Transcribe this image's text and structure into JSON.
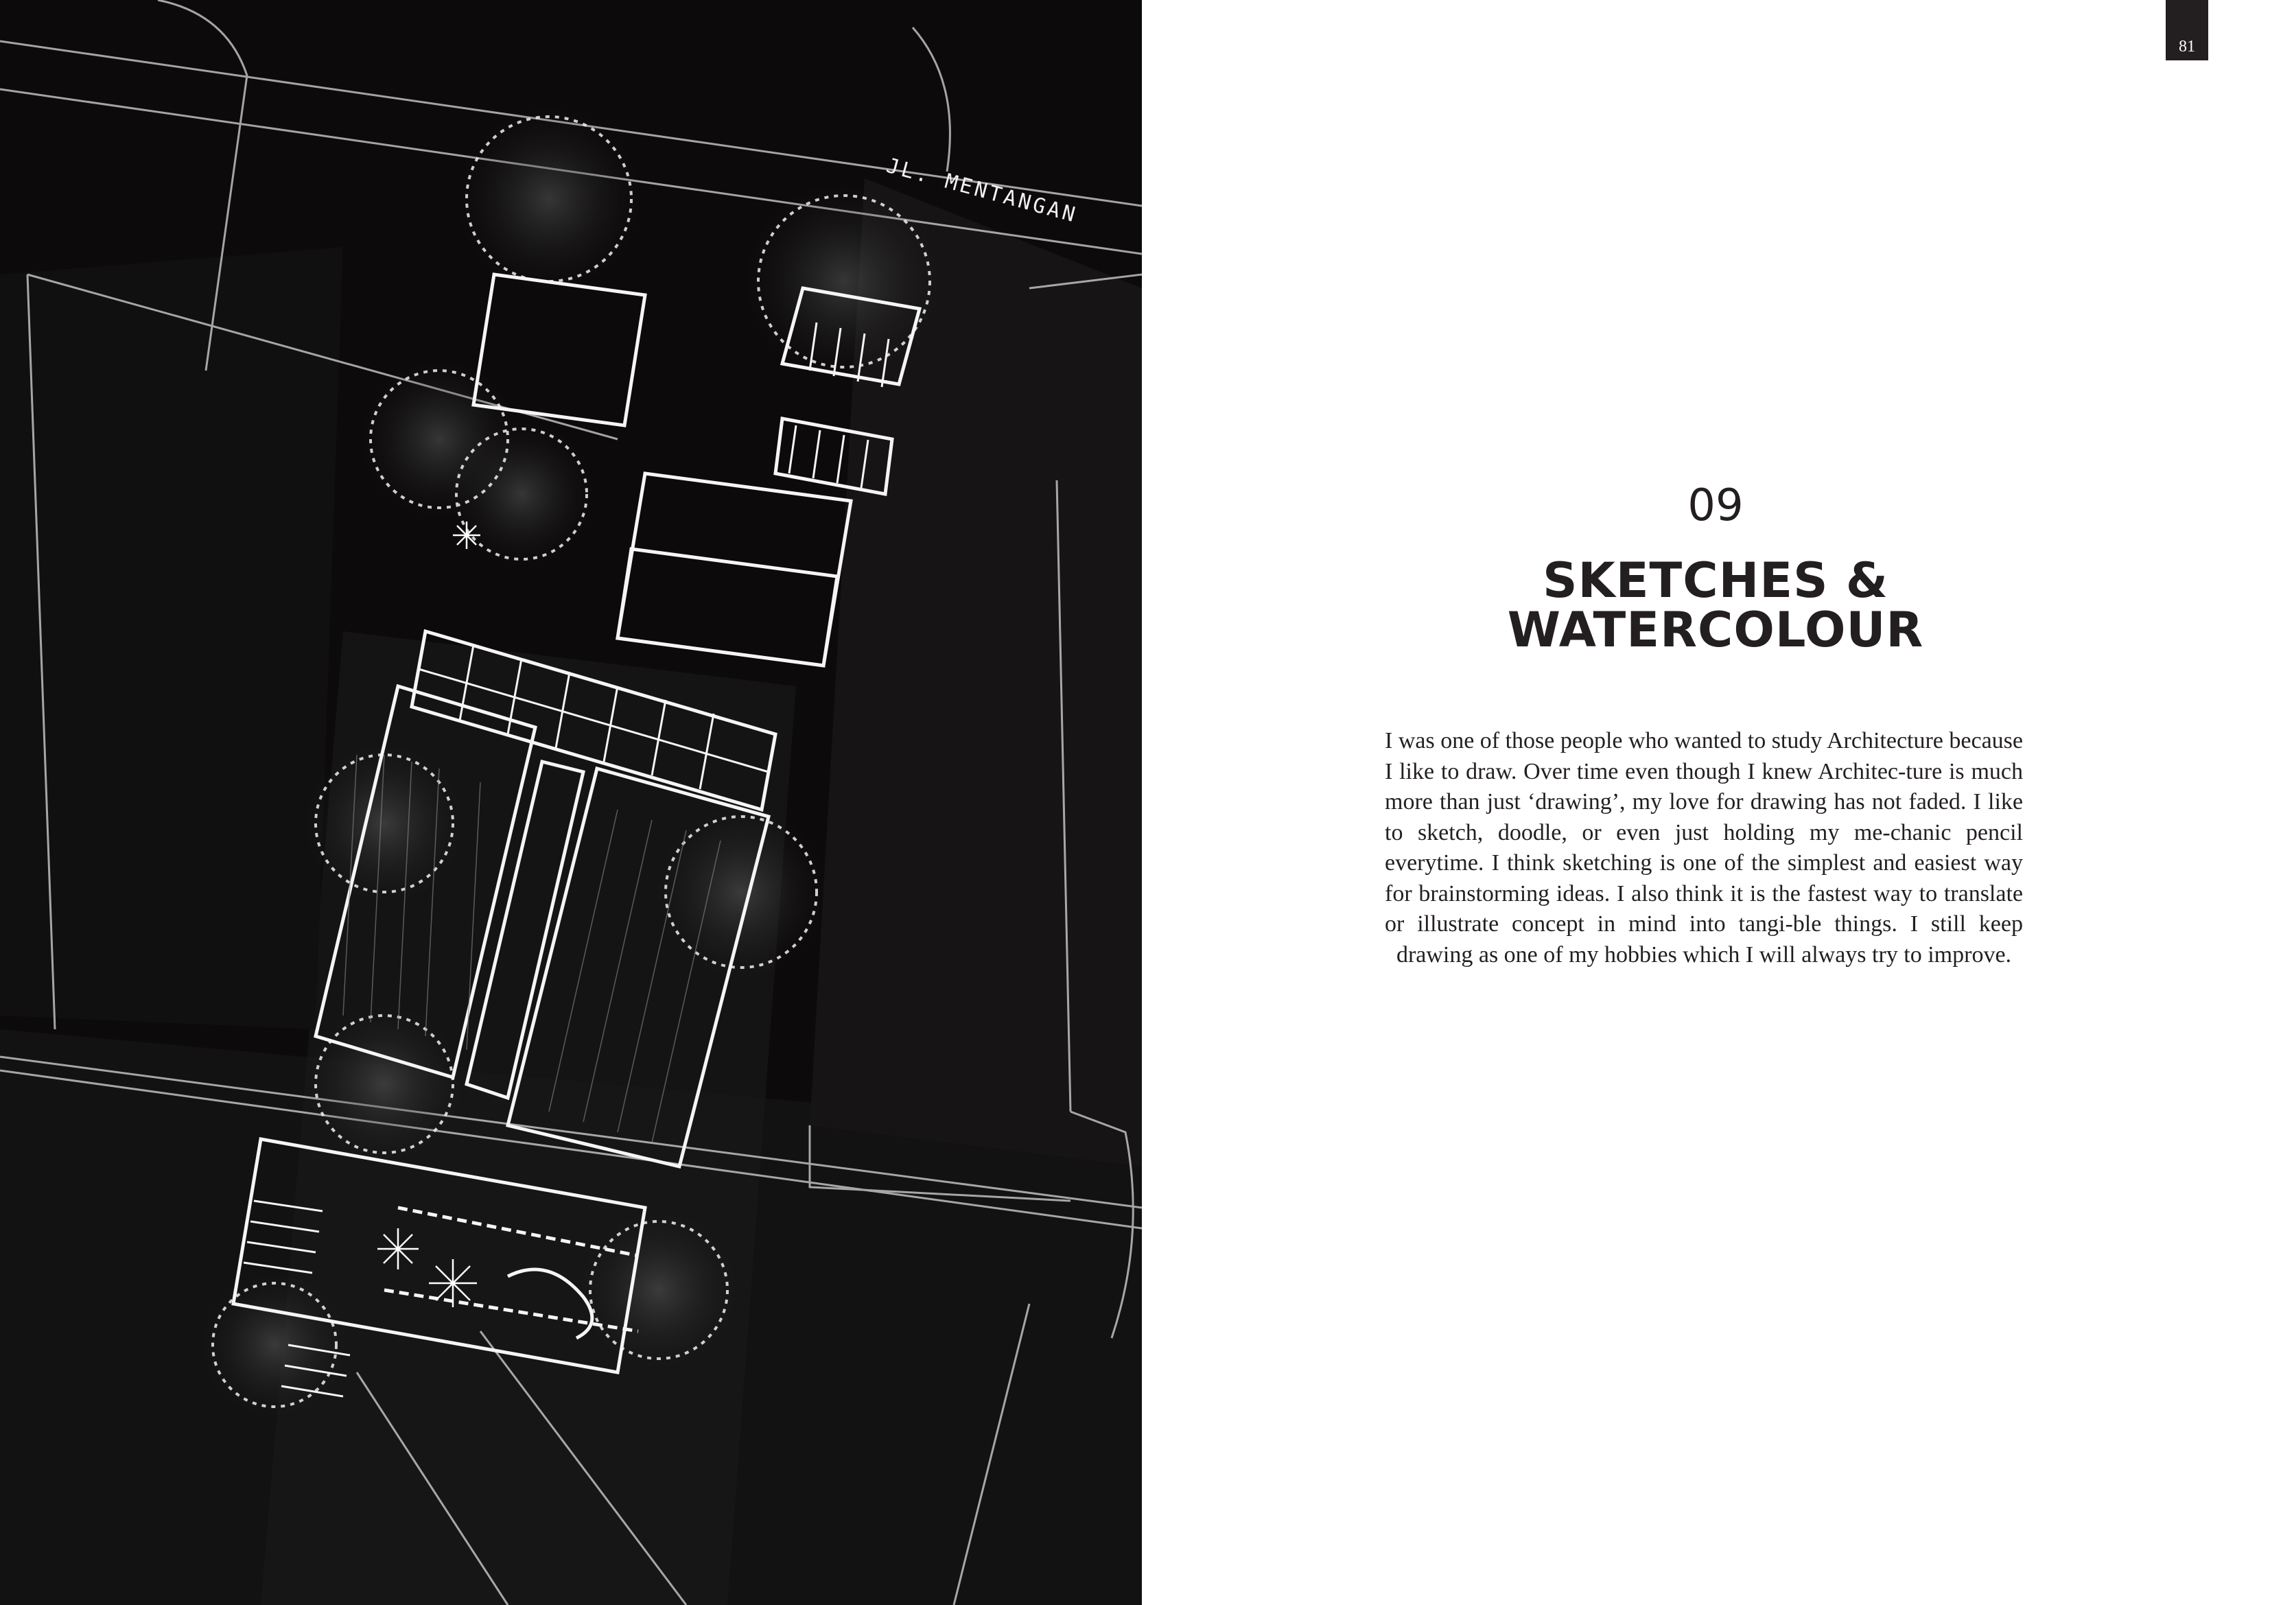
{
  "page": {
    "page_number": "81",
    "section_number": "09",
    "title_line1": "SKETCHES &",
    "title_line2": "WATERCOLOUR",
    "body": "I was one of those people who wanted to study Architecture because I like to draw. Over time even though I knew Architec-ture is much more than just ‘drawing’, my love for drawing has not faded. I like to sketch, doodle, or even just holding my me-chanic pencil everytime. I think sketching is one of the simplest and easiest way for brainstorming ideas. I also think it is the fastest way to translate or illustrate concept in mind into tangi-ble things. I still keep drawing as one of my hobbies which I will always try to improve."
  },
  "sketch": {
    "street_label": "JL. MENTANGAN"
  },
  "colors": {
    "sketch_background": "#0c0a0a",
    "sketch_lines": "#f2f2f2",
    "text": "#231f20",
    "tab": "#231f20"
  }
}
